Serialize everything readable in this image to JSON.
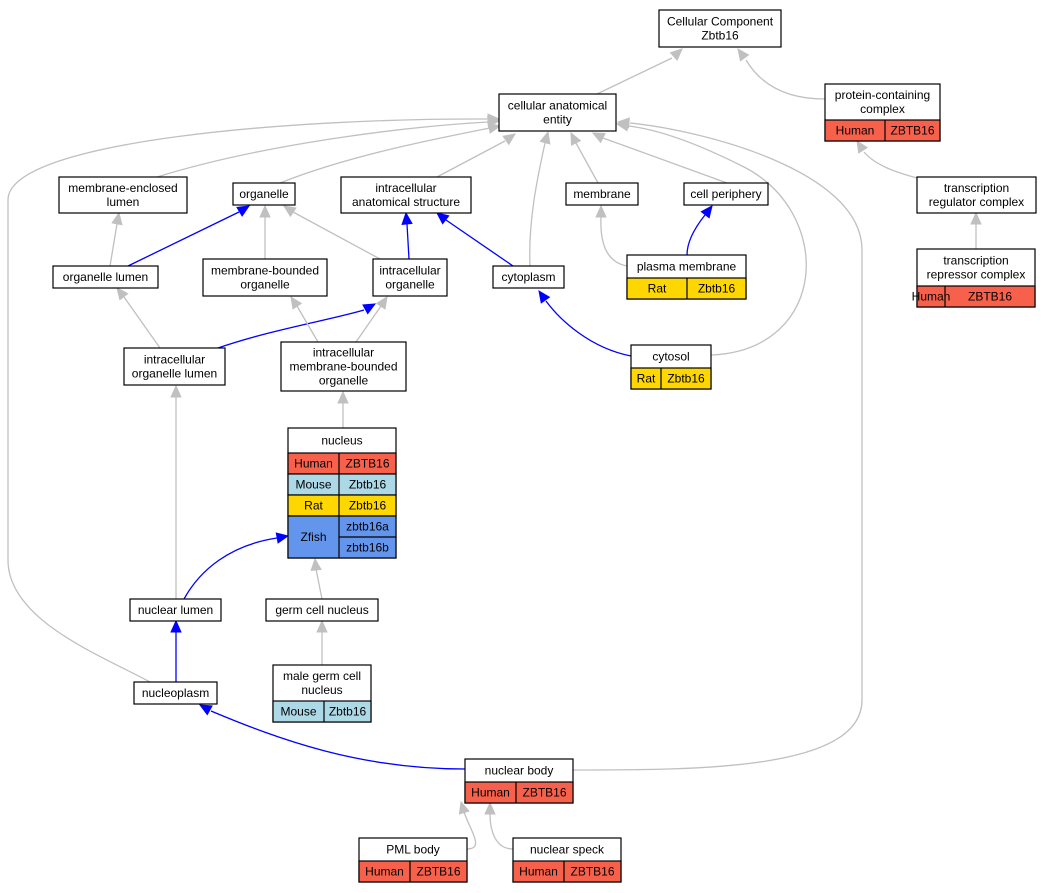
{
  "title_lines": [
    "Cellular Component",
    "Zbtb16"
  ],
  "colors": {
    "human": "#f7614b",
    "mouse": "#add8e6",
    "rat": "#ffd700",
    "zfish": "#6495ed",
    "edge_gray": "#c0c0c0",
    "edge_blue": "#0000ff"
  },
  "nodes": [
    {
      "id": "root",
      "lines": [
        "Cellular Component",
        "Zbtb16"
      ]
    },
    {
      "id": "cae",
      "lines": [
        "cellular anatomical",
        "entity"
      ]
    },
    {
      "id": "pcc",
      "lines": [
        "protein-containing",
        "complex"
      ],
      "rows": [
        {
          "species": "Human",
          "genes": [
            "ZBTB16"
          ]
        }
      ]
    },
    {
      "id": "mel",
      "lines": [
        "membrane-enclosed",
        "lumen"
      ]
    },
    {
      "id": "org",
      "lines": [
        "organelle"
      ]
    },
    {
      "id": "ias",
      "lines": [
        "intracellular",
        "anatomical structure"
      ]
    },
    {
      "id": "mem",
      "lines": [
        "membrane"
      ]
    },
    {
      "id": "cper",
      "lines": [
        "cell periphery"
      ]
    },
    {
      "id": "trc",
      "lines": [
        "transcription",
        "regulator complex"
      ]
    },
    {
      "id": "orglum",
      "lines": [
        "organelle lumen"
      ]
    },
    {
      "id": "mbo",
      "lines": [
        "membrane-bounded",
        "organelle"
      ]
    },
    {
      "id": "io",
      "lines": [
        "intracellular",
        "organelle"
      ]
    },
    {
      "id": "cyto",
      "lines": [
        "cytoplasm"
      ]
    },
    {
      "id": "pm",
      "lines": [
        "plasma membrane"
      ],
      "rows": [
        {
          "species": "Rat",
          "genes": [
            "Zbtb16"
          ]
        }
      ]
    },
    {
      "id": "trepc",
      "lines": [
        "transcription",
        "repressor complex"
      ],
      "rows": [
        {
          "species": "Human",
          "genes": [
            "ZBTB16"
          ]
        }
      ]
    },
    {
      "id": "iol",
      "lines": [
        "intracellular",
        "organelle lumen"
      ]
    },
    {
      "id": "imbo",
      "lines": [
        "intracellular",
        "membrane-bounded",
        "organelle"
      ]
    },
    {
      "id": "cytosol",
      "lines": [
        "cytosol"
      ],
      "rows": [
        {
          "species": "Rat",
          "genes": [
            "Zbtb16"
          ]
        }
      ]
    },
    {
      "id": "nucleus",
      "lines": [
        "nucleus"
      ],
      "rows": [
        {
          "species": "Human",
          "genes": [
            "ZBTB16"
          ]
        },
        {
          "species": "Mouse",
          "genes": [
            "Zbtb16"
          ]
        },
        {
          "species": "Rat",
          "genes": [
            "Zbtb16"
          ]
        },
        {
          "species": "Zfish",
          "genes": [
            "zbtb16a",
            "zbtb16b"
          ]
        }
      ]
    },
    {
      "id": "nlum",
      "lines": [
        "nuclear lumen"
      ]
    },
    {
      "id": "gcn",
      "lines": [
        "germ cell nucleus"
      ]
    },
    {
      "id": "mgcn",
      "lines": [
        "male germ cell",
        "nucleus"
      ],
      "rows": [
        {
          "species": "Mouse",
          "genes": [
            "Zbtb16"
          ]
        }
      ]
    },
    {
      "id": "nplasm",
      "lines": [
        "nucleoplasm"
      ]
    },
    {
      "id": "nbody",
      "lines": [
        "nuclear body"
      ],
      "rows": [
        {
          "species": "Human",
          "genes": [
            "ZBTB16"
          ]
        }
      ]
    },
    {
      "id": "pml",
      "lines": [
        "PML body"
      ],
      "rows": [
        {
          "species": "Human",
          "genes": [
            "ZBTB16"
          ]
        }
      ]
    },
    {
      "id": "nspeck",
      "lines": [
        "nuclear speck"
      ],
      "rows": [
        {
          "species": "Human",
          "genes": [
            "ZBTB16"
          ]
        }
      ]
    }
  ],
  "edges": [
    {
      "from": "cae",
      "to": "root",
      "kind": "is_a"
    },
    {
      "from": "pcc",
      "to": "root",
      "kind": "is_a"
    },
    {
      "from": "mel",
      "to": "cae",
      "kind": "is_a"
    },
    {
      "from": "org",
      "to": "cae",
      "kind": "is_a"
    },
    {
      "from": "ias",
      "to": "cae",
      "kind": "is_a"
    },
    {
      "from": "mem",
      "to": "cae",
      "kind": "is_a"
    },
    {
      "from": "cper",
      "to": "cae",
      "kind": "is_a"
    },
    {
      "from": "cyto",
      "to": "cae",
      "kind": "is_a"
    },
    {
      "from": "cytosol",
      "to": "cae",
      "kind": "is_a"
    },
    {
      "from": "nplasm",
      "to": "cae",
      "kind": "is_a"
    },
    {
      "from": "nbody",
      "to": "cae",
      "kind": "is_a"
    },
    {
      "from": "trc",
      "to": "pcc",
      "kind": "is_a"
    },
    {
      "from": "trepc",
      "to": "trc",
      "kind": "is_a"
    },
    {
      "from": "orglum",
      "to": "mel",
      "kind": "is_a"
    },
    {
      "from": "orglum",
      "to": "org",
      "kind": "part_of"
    },
    {
      "from": "mbo",
      "to": "org",
      "kind": "is_a"
    },
    {
      "from": "io",
      "to": "org",
      "kind": "is_a"
    },
    {
      "from": "io",
      "to": "ias",
      "kind": "part_of"
    },
    {
      "from": "cyto",
      "to": "ias",
      "kind": "part_of"
    },
    {
      "from": "pm",
      "to": "mem",
      "kind": "is_a"
    },
    {
      "from": "pm",
      "to": "cper",
      "kind": "part_of"
    },
    {
      "from": "iol",
      "to": "orglum",
      "kind": "is_a"
    },
    {
      "from": "iol",
      "to": "io",
      "kind": "part_of"
    },
    {
      "from": "imbo",
      "to": "mbo",
      "kind": "is_a"
    },
    {
      "from": "imbo",
      "to": "io",
      "kind": "is_a"
    },
    {
      "from": "cytosol",
      "to": "cyto",
      "kind": "part_of"
    },
    {
      "from": "nucleus",
      "to": "imbo",
      "kind": "is_a"
    },
    {
      "from": "nlum",
      "to": "iol",
      "kind": "is_a"
    },
    {
      "from": "nlum",
      "to": "nucleus",
      "kind": "part_of"
    },
    {
      "from": "gcn",
      "to": "nucleus",
      "kind": "is_a"
    },
    {
      "from": "mgcn",
      "to": "gcn",
      "kind": "is_a"
    },
    {
      "from": "nplasm",
      "to": "nlum",
      "kind": "part_of"
    },
    {
      "from": "nbody",
      "to": "nplasm",
      "kind": "part_of"
    },
    {
      "from": "pml",
      "to": "nbody",
      "kind": "is_a"
    },
    {
      "from": "nspeck",
      "to": "nbody",
      "kind": "is_a"
    }
  ]
}
